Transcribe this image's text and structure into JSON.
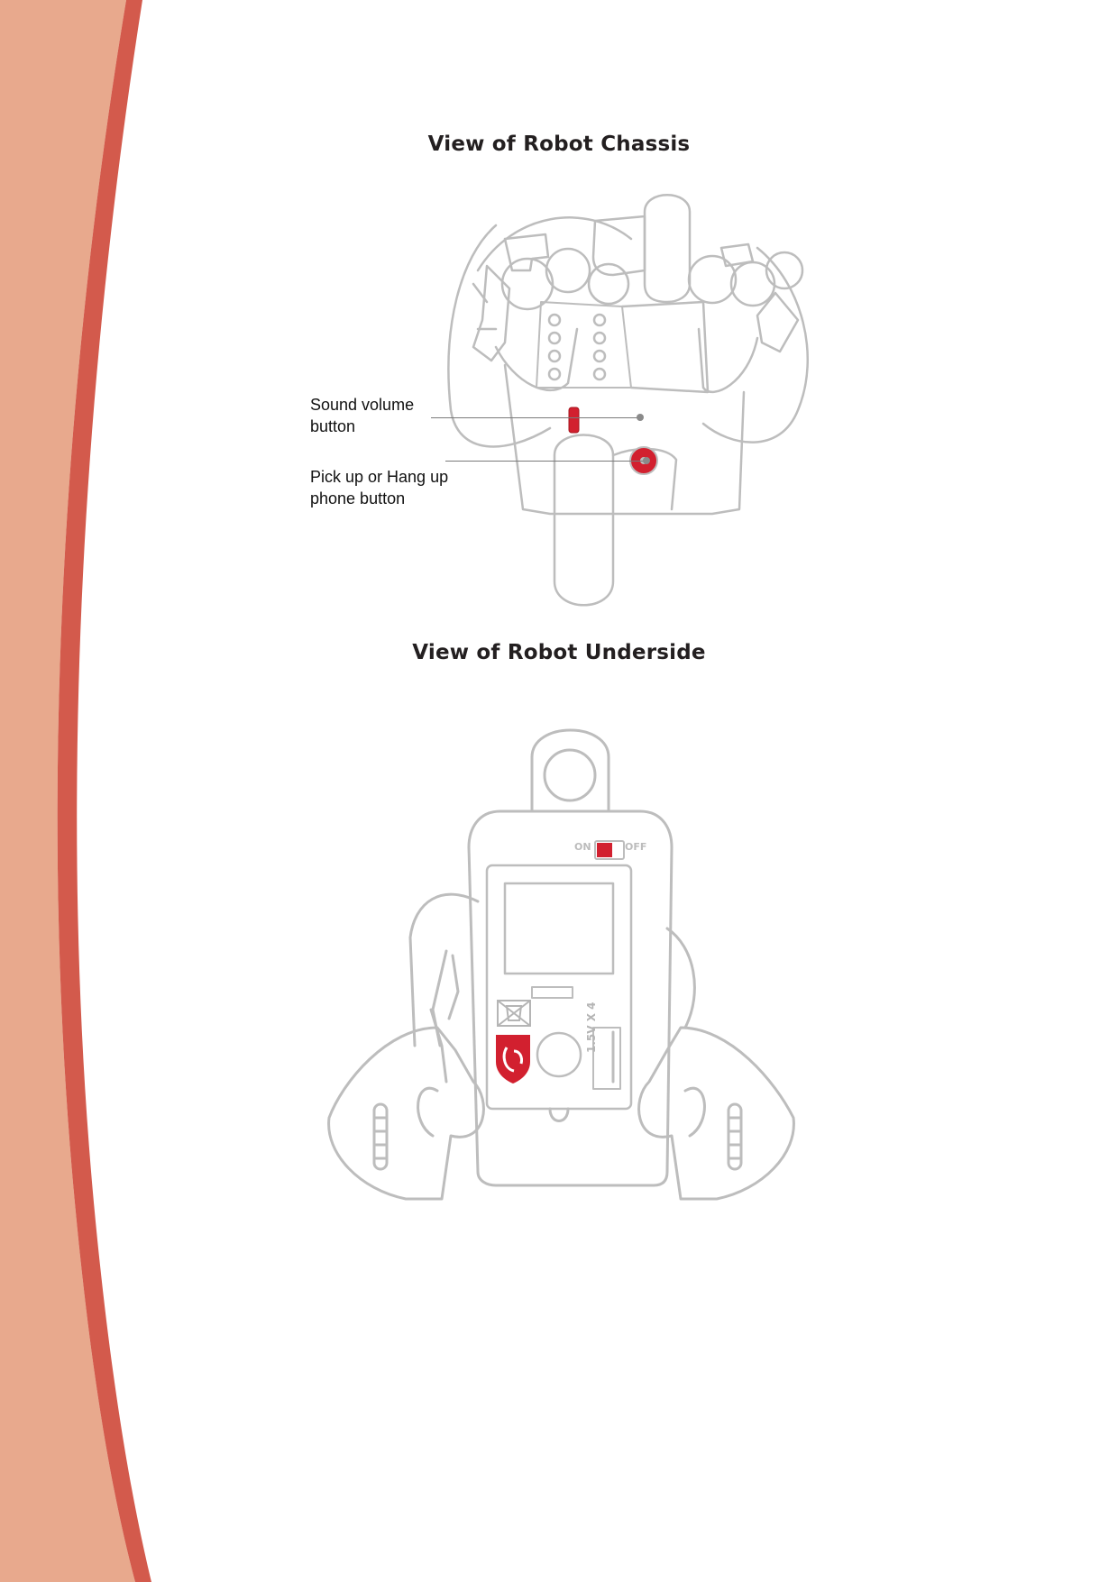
{
  "headings": {
    "chassis": "View of Robot Chassis",
    "underside": "View of Robot Underside"
  },
  "callouts": {
    "sound_volume": {
      "line1": "Sound volume",
      "line2": "button"
    },
    "pickup": {
      "line1": "Pick up or Hang up",
      "line2": "phone button"
    }
  },
  "underside_labels": {
    "on": "ON",
    "off": "OFF",
    "battery": "1.5V X 4"
  },
  "icons": {
    "ce_mark": "ce-mark-icon",
    "weee": "crossed-bin-icon"
  },
  "colors": {
    "band_light": "#e8a98d",
    "band_dark": "#d35a4c",
    "accent_red": "#d2202f",
    "outline_gray": "#b8b8b8",
    "heading_text": "#231f20"
  }
}
